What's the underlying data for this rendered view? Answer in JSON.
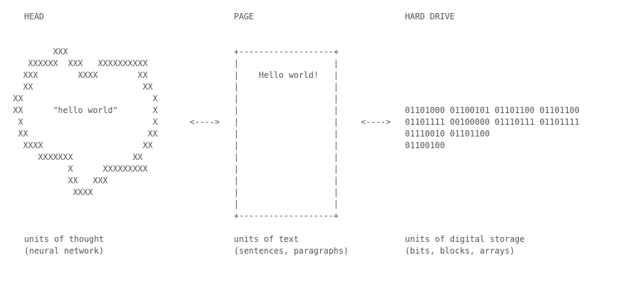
{
  "columns": {
    "head": {
      "title": "HEAD",
      "art": "        XXX\n   XXXXXX  XXX   XXXXXXXXXX\n  XXX        XXXX        XX\n  XX                      XX\nXX                          X\nXX      \"hello world\"       X\n X                          X\n XX                        XX\n  XXXX                    XX\n     XXXXXXX            XX\n           X      XXXXXXXXX\n           XX   XXX\n            XXXX",
      "caption_line1": "units of thought",
      "caption_line2": "(neural network)"
    },
    "page": {
      "title": "PAGE",
      "art": "+-------------------+\n|                   |\n|    Hello world!   |\n|                   |\n|                   |\n|                   |\n|                   |\n|                   |\n|                   |\n|                   |\n|                   |\n|                   |\n|                   |\n|                   |\n+-------------------+",
      "caption_line1": "units of text",
      "caption_line2": "(sentences, paragraphs)"
    },
    "hard_drive": {
      "title": "HARD DRIVE",
      "binary": "01101000 01100101 01101100 01101100\n01101111 00100000 01110111 01101111\n01110010 01101100\n01100100",
      "caption_line1": "units of digital storage",
      "caption_line2": "(bits, blocks, arrays)"
    }
  },
  "arrows": {
    "head_to_page": "<---->",
    "page_to_drive": "<---->"
  }
}
